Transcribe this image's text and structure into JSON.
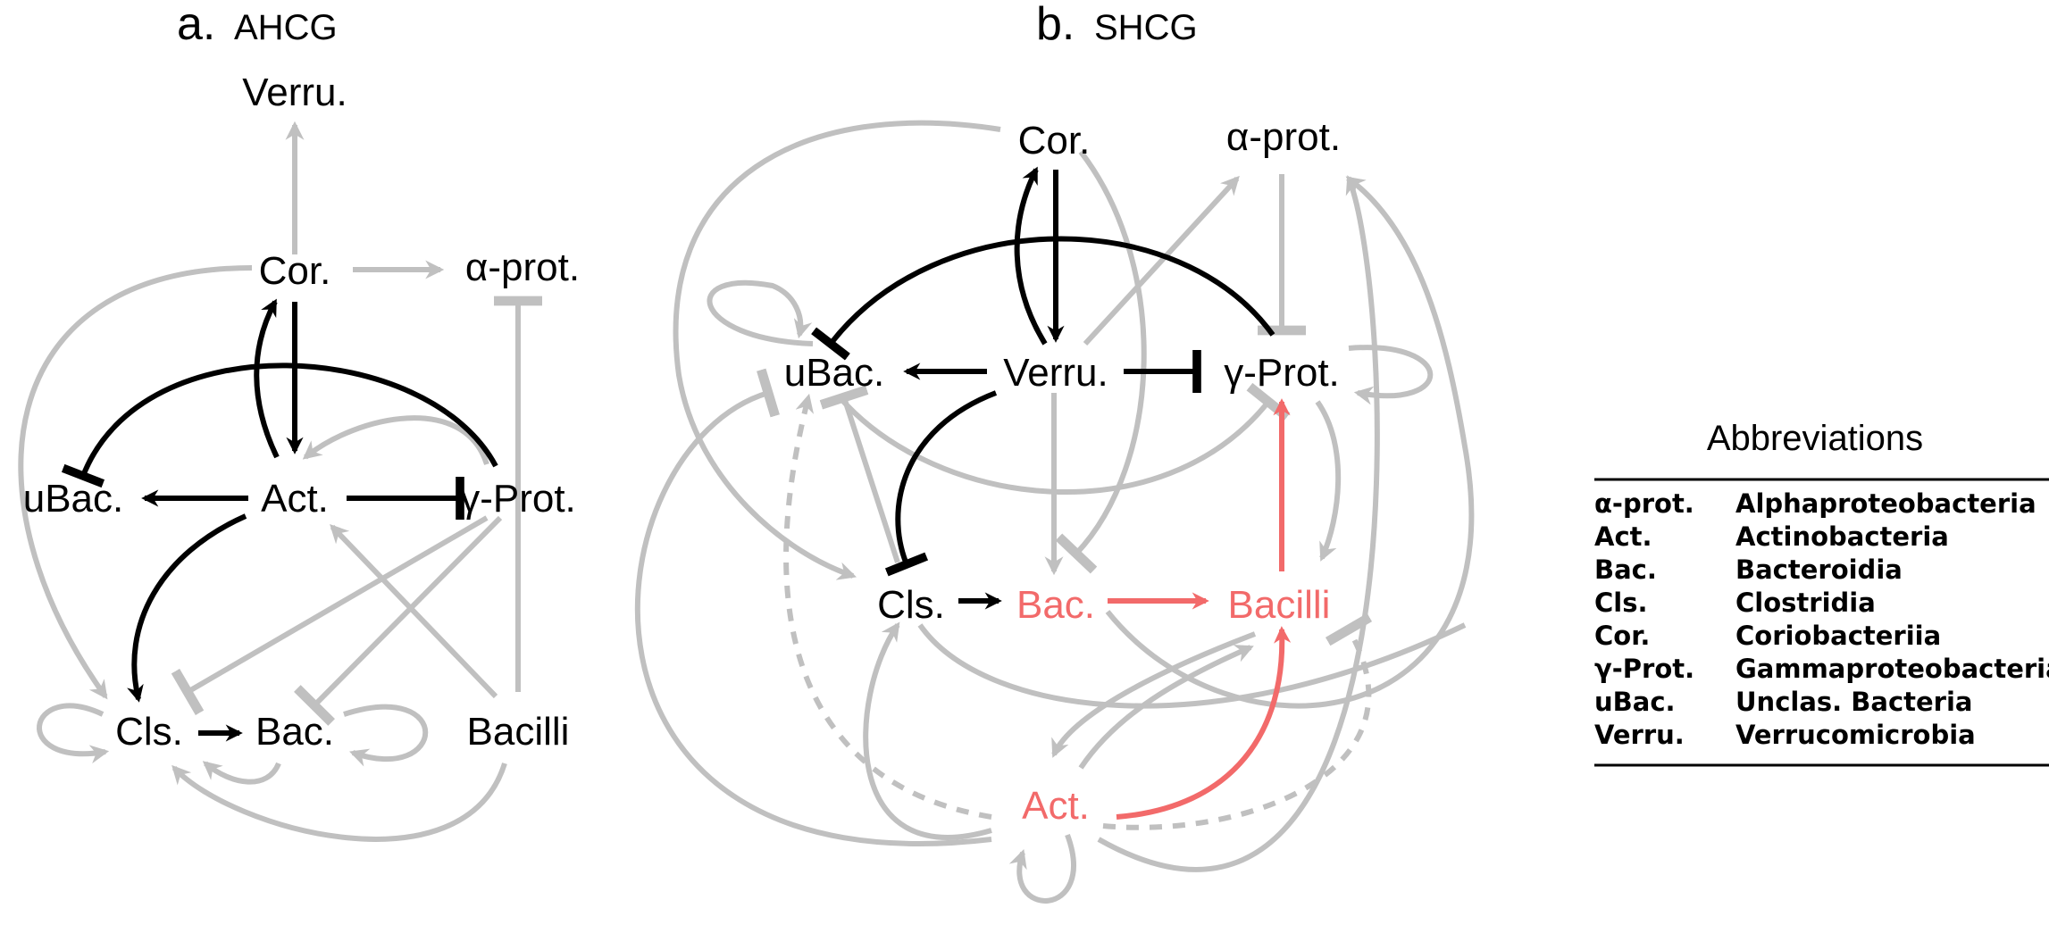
{
  "panels": {
    "a": {
      "letter": "a.",
      "name": "AHCG",
      "nodes": {
        "verru": "Verru.",
        "cor": "Cor.",
        "alpha": "α-prot.",
        "ubac": "uBac.",
        "act": "Act.",
        "gamma": "γ-Prot.",
        "cls": "Cls.",
        "bac": "Bac.",
        "bacilli": "Bacilli"
      }
    },
    "b": {
      "letter": "b.",
      "name": "SHCG",
      "nodes": {
        "cor": "Cor.",
        "alpha": "α-prot.",
        "ubac": "uBac.",
        "verru": "Verru.",
        "gamma": "γ-Prot.",
        "cls": "Cls.",
        "bac": "Bac.",
        "bacilli": "Bacilli",
        "act": "Act."
      }
    }
  },
  "abbreviations": {
    "title": "Abbreviations",
    "rows": [
      {
        "abbr": "α-prot.",
        "full": "Alphaproteobacteria"
      },
      {
        "abbr": "Act.",
        "full": "Actinobacteria"
      },
      {
        "abbr": "Bac.",
        "full": "Bacteroidia"
      },
      {
        "abbr": "Cls.",
        "full": "Clostridia"
      },
      {
        "abbr": "Cor.",
        "full": "Coriobacteriia"
      },
      {
        "abbr": "γ-Prot.",
        "full": "Gammaproteobacteria"
      },
      {
        "abbr": "uBac.",
        "full": "Unclas. Bacteria"
      },
      {
        "abbr": "Verru.",
        "full": "Verrucomicrobia"
      }
    ]
  },
  "colors": {
    "positive_strong": "#000000",
    "weak": "#c0c0c0",
    "highlight": "#f26a6a"
  }
}
